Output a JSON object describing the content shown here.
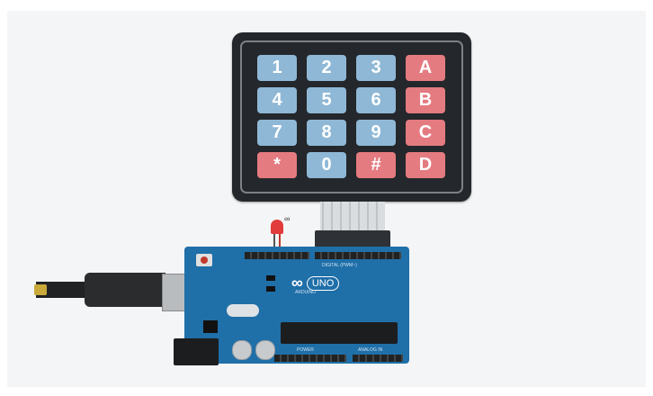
{
  "keypad": {
    "rows": [
      [
        {
          "label": "1",
          "color": "blue"
        },
        {
          "label": "2",
          "color": "blue"
        },
        {
          "label": "3",
          "color": "blue"
        },
        {
          "label": "A",
          "color": "red"
        }
      ],
      [
        {
          "label": "4",
          "color": "blue"
        },
        {
          "label": "5",
          "color": "blue"
        },
        {
          "label": "6",
          "color": "blue"
        },
        {
          "label": "B",
          "color": "red"
        }
      ],
      [
        {
          "label": "7",
          "color": "blue"
        },
        {
          "label": "8",
          "color": "blue"
        },
        {
          "label": "9",
          "color": "blue"
        },
        {
          "label": "C",
          "color": "red"
        }
      ],
      [
        {
          "label": "*",
          "color": "red"
        },
        {
          "label": "0",
          "color": "blue"
        },
        {
          "label": "#",
          "color": "red"
        },
        {
          "label": "D",
          "color": "red"
        }
      ]
    ]
  },
  "led": {
    "label": "∞",
    "color": "#e23b3b"
  },
  "board": {
    "brand": "ARDUINO",
    "model": "UNO",
    "logo_symbol": "∞",
    "header_digital_label": "DIGITAL (PWM~)",
    "header_power_label": "POWER",
    "header_analog_label": "ANALOG IN",
    "color": "#1f6fa8"
  },
  "colors": {
    "key_blue": "#8fb8d6",
    "key_red": "#e47b80",
    "keypad_body": "#24272b"
  }
}
